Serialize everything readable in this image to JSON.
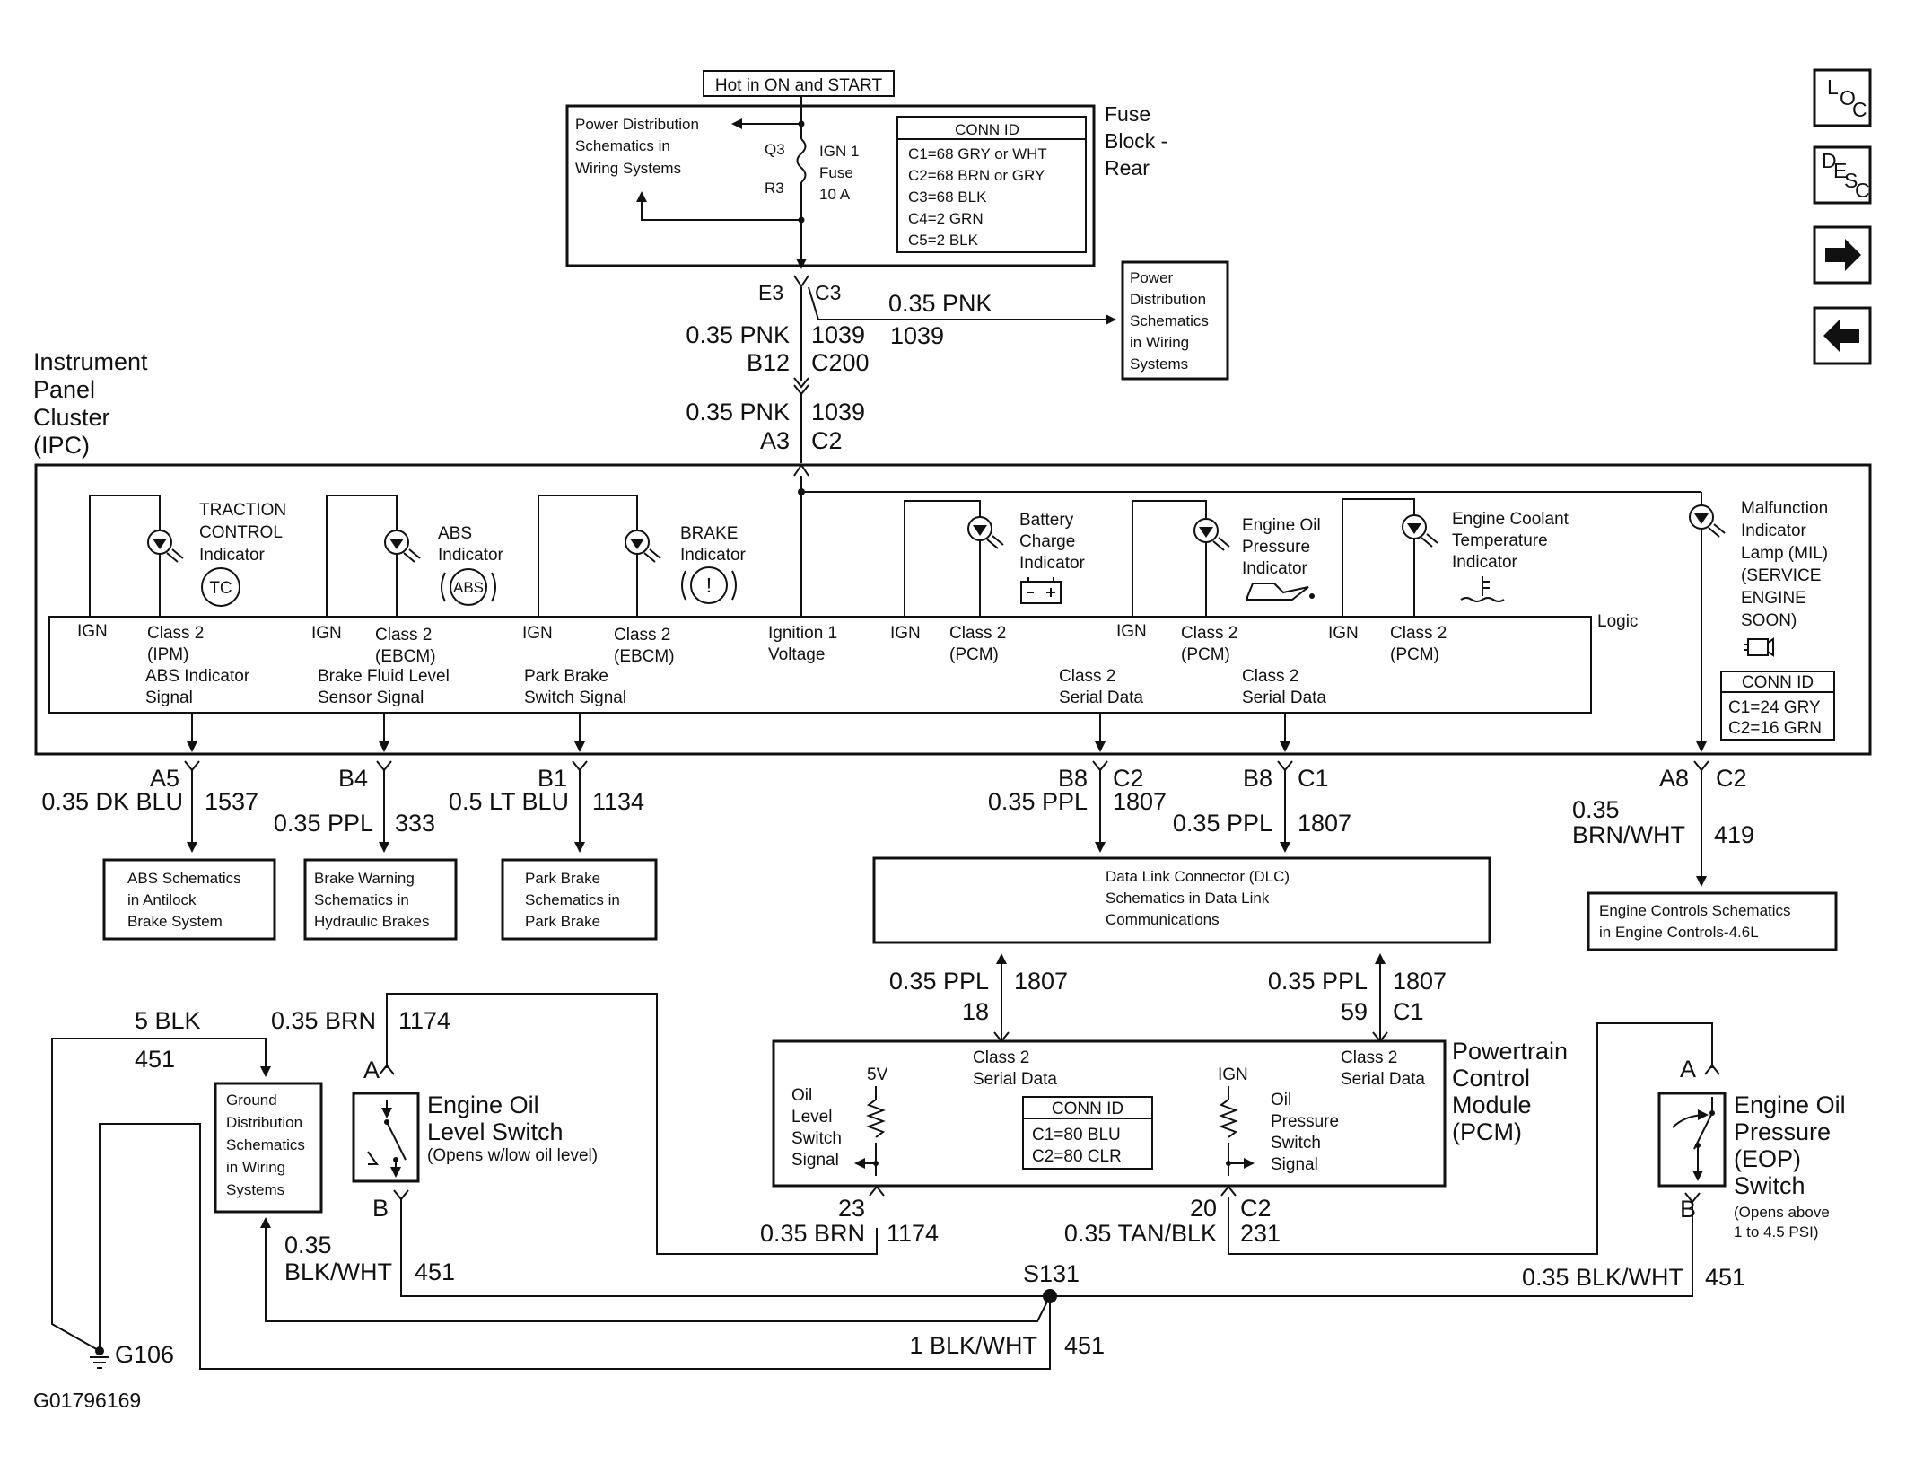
{
  "header": {
    "hot_label": "Hot in ON and START",
    "fuse_block": [
      "Fuse",
      "Block -",
      "Rear"
    ],
    "power_dist": [
      "Power Distribution",
      "Schematics in",
      "Wiring Systems"
    ],
    "q3": "Q3",
    "r3": "R3",
    "fuse_label": [
      "IGN 1",
      "Fuse",
      "10 A"
    ],
    "fuse_conn_title": "CONN ID",
    "fuse_conn": [
      "C1=68 GRY or WHT",
      "C2=68 BRN or GRY",
      "C3=68 BLK",
      "C4=2 GRN",
      "C5=2 BLK"
    ]
  },
  "nav": {
    "loc_label": [
      "L",
      "O",
      "C"
    ],
    "desc_label": [
      "D",
      "E",
      "S",
      "C"
    ],
    "forward_icon": "arrow-right",
    "back_icon": "arrow-left"
  },
  "feed": {
    "e3": "E3",
    "c3": "C3",
    "branch_wire": "0.35 PNK",
    "branch_circuit": "1039",
    "power_dist_right": [
      "Power",
      "Distribution",
      "Schematics",
      "in Wiring",
      "Systems"
    ],
    "w1_wire": "0.35 PNK",
    "w1_circuit": "1039",
    "b12": "B12",
    "c200": "C200",
    "w2_wire": "0.35 PNK",
    "w2_circuit": "1039",
    "a3": "A3",
    "c2": "C2"
  },
  "ipc": {
    "title": [
      "Instrument",
      "Panel",
      "Cluster",
      "(IPC)"
    ],
    "logic_label": "Logic",
    "traction": [
      "TRACTION",
      "CONTROL",
      "Indicator"
    ],
    "traction_sym": "TC",
    "abs_ind": [
      "ABS",
      "Indicator"
    ],
    "abs_sym": "ABS",
    "brake_ind": [
      "BRAKE",
      "Indicator"
    ],
    "brake_sym": "!",
    "battery": [
      "Battery",
      "Charge",
      "Indicator"
    ],
    "oil": [
      "Engine Oil",
      "Pressure",
      "Indicator"
    ],
    "coolant": [
      "Engine Coolant",
      "Temperature",
      "Indicator"
    ],
    "mil": [
      "Malfunction",
      "Indicator",
      "Lamp (MIL)",
      "(SERVICE",
      "ENGINE",
      "SOON)"
    ],
    "mil_conn_title": "CONN ID",
    "mil_conn": [
      "C1=24 GRY",
      "C2=16 GRN"
    ],
    "ign": "IGN",
    "tc_class": [
      "Class 2",
      "(IPM)"
    ],
    "abs_class": [
      "Class 2",
      "(EBCM)"
    ],
    "brake_class": [
      "Class 2",
      "(EBCM)"
    ],
    "ign1_voltage": [
      "Ignition 1",
      "Voltage"
    ],
    "pcm_class": [
      "Class 2",
      "(PCM)"
    ],
    "abs_signal": [
      "ABS Indicator",
      "Signal"
    ],
    "fluid_signal": [
      "Brake Fluid Level",
      "Sensor Signal"
    ],
    "park_signal": [
      "Park Brake",
      "Switch Signal"
    ],
    "serial_data": [
      "Class 2",
      "Serial Data"
    ]
  },
  "outputs": {
    "a5": "A5",
    "a5_wire": "0.35 DK BLU",
    "a5_circuit": "1537",
    "b4": "B4",
    "b4_wire": "0.35 PPL",
    "b4_circuit": "333",
    "b1": "B1",
    "b1_wire": "0.5 LT BLU",
    "b1_circuit": "1134",
    "b8_c2": "B8",
    "c2": "C2",
    "b8_c2_wire": "0.35 PPL",
    "b8_c2_circuit": "1807",
    "b8_c1": "B8",
    "c1": "C1",
    "b8_c1_wire": "0.35 PPL",
    "b8_c1_circuit": "1807",
    "a8": "A8",
    "a8_conn": "C2",
    "a8_wire": [
      "0.35",
      "BRN/WHT"
    ],
    "a8_circuit": "419"
  },
  "targets": {
    "abs": [
      "ABS Schematics",
      "in Antilock",
      "Brake System"
    ],
    "brake_warning": [
      "Brake Warning",
      "Schematics in",
      "Hydraulic Brakes"
    ],
    "park": [
      "Park Brake",
      "Schematics in",
      "Park Brake"
    ],
    "dlc": [
      "Data Link Connector (DLC)",
      "Schematics in Data Link",
      "Communications"
    ],
    "engine_controls": [
      "Engine Controls Schematics",
      "in Engine Controls-4.6L"
    ]
  },
  "lower": {
    "w5blk": "5 BLK",
    "w451": "451",
    "w035brn": "0.35 BRN",
    "w1174": "1174",
    "ground_dist": [
      "Ground",
      "Distribution",
      "Schematics",
      "in Wiring",
      "Systems"
    ],
    "eol_a": "A",
    "eol_b": "B",
    "eol_title": [
      "Engine Oil",
      "Level Switch"
    ],
    "eol_note": "(Opens w/low oil level)",
    "gnd_wire": [
      "0.35",
      "BLK/WHT"
    ],
    "gnd_circuit": "451",
    "g106": "G106",
    "image_code": "G01796169",
    "dlc_l_wire": "0.35 PPL",
    "dlc_l_circuit": "1807",
    "dlc_l_pin": "18",
    "dlc_r_wire": "0.35 PPL",
    "dlc_r_circuit": "1807",
    "dlc_r_pin": "59",
    "dlc_r_conn": "C1",
    "pcm_title": [
      "Powertrain",
      "Control",
      "Module",
      "(PCM)"
    ],
    "pcm_serial_l": [
      "Class 2",
      "Serial Data"
    ],
    "pcm_serial_r": [
      "Class 2",
      "Serial Data"
    ],
    "pcm_5v": "5V",
    "pcm_ign": "IGN",
    "pcm_oil_level": [
      "Oil",
      "Level",
      "Switch",
      "Signal"
    ],
    "pcm_oil_press": [
      "Oil",
      "Pressure",
      "Switch",
      "Signal"
    ],
    "pcm_conn_title": "CONN ID",
    "pcm_conn": [
      "C1=80 BLU",
      "C2=80 CLR"
    ],
    "p23": "23",
    "p23_wire": "0.35 BRN",
    "p23_circuit": "1174",
    "p20": "20",
    "p20_conn": "C2",
    "p20_wire": "0.35 TAN/BLK",
    "p20_circuit": "231",
    "s131": "S131",
    "s131_wire": "1 BLK/WHT",
    "s131_circuit": "451",
    "eop_a": "A",
    "eop_b": "B",
    "eop_title": [
      "Engine Oil",
      "Pressure",
      "(EOP)",
      "Switch"
    ],
    "eop_note": [
      "(Opens above",
      "1 to 4.5 PSI)"
    ],
    "eop_wire": "0.35 BLK/WHT",
    "eop_circuit": "451"
  }
}
